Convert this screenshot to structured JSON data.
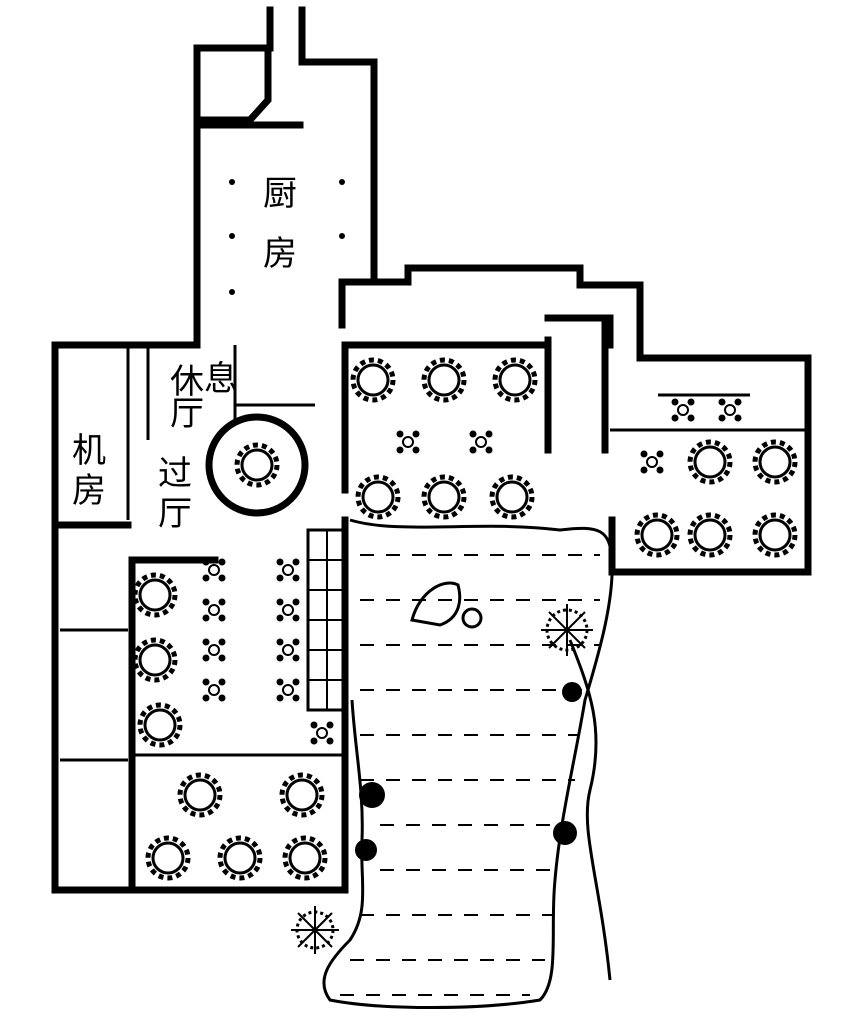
{
  "rooms": {
    "kitchen": [
      "厨",
      "房"
    ],
    "lounge": [
      "休",
      "息",
      "厅"
    ],
    "machine_room": [
      "机",
      "房"
    ],
    "hall": [
      "过",
      "厅"
    ]
  }
}
